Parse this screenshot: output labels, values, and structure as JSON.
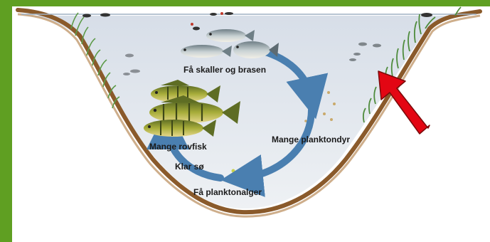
{
  "diagram": {
    "labels": {
      "few_roach_bream": "Få skaller og brasen",
      "many_zooplankton": "Mange planktondyr",
      "many_predators": "Mange rovfisk",
      "clear_lake": "Klar sø",
      "few_algae": "Få planktonalger"
    },
    "colors": {
      "frame": "#5f9f22",
      "water": "#dfe6ee",
      "soil": "#8a5a2b",
      "cycle_arrow": "#4a7fb0",
      "pointer_arrow": "#e30613",
      "plants": "#5c9a48"
    }
  }
}
